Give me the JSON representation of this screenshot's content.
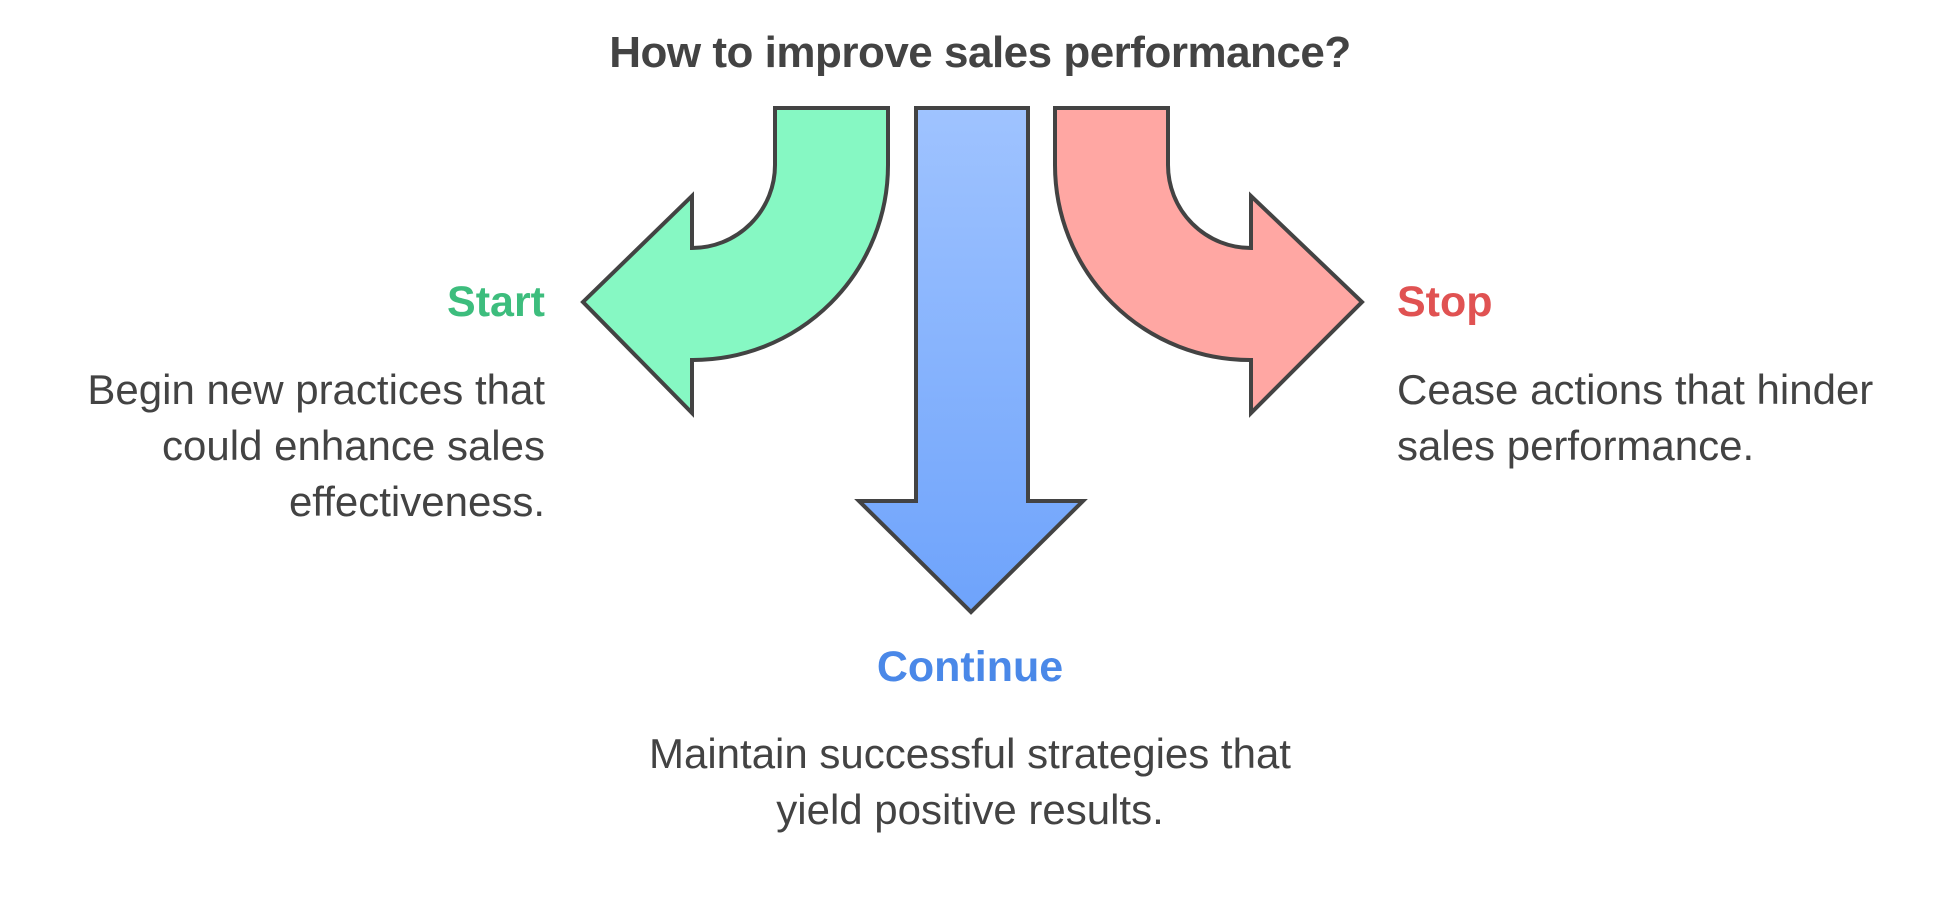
{
  "title": "How to improve sales performance?",
  "options": {
    "start": {
      "label": "Start",
      "description": "Begin new practices that could enhance sales effectiveness.",
      "color": "#3dbd7d",
      "arrow_fill": "#86f8c3"
    },
    "continue": {
      "label": "Continue",
      "description": "Maintain successful strategies that yield positive results.",
      "color": "#4a88e8",
      "arrow_fill_top": "#9fc3ff",
      "arrow_fill_bottom": "#6ea3fb"
    },
    "stop": {
      "label": "Stop",
      "description": "Cease actions that hinder sales performance.",
      "color": "#e05252",
      "arrow_fill": "#ffa7a3"
    }
  },
  "outline_color": "#434343"
}
